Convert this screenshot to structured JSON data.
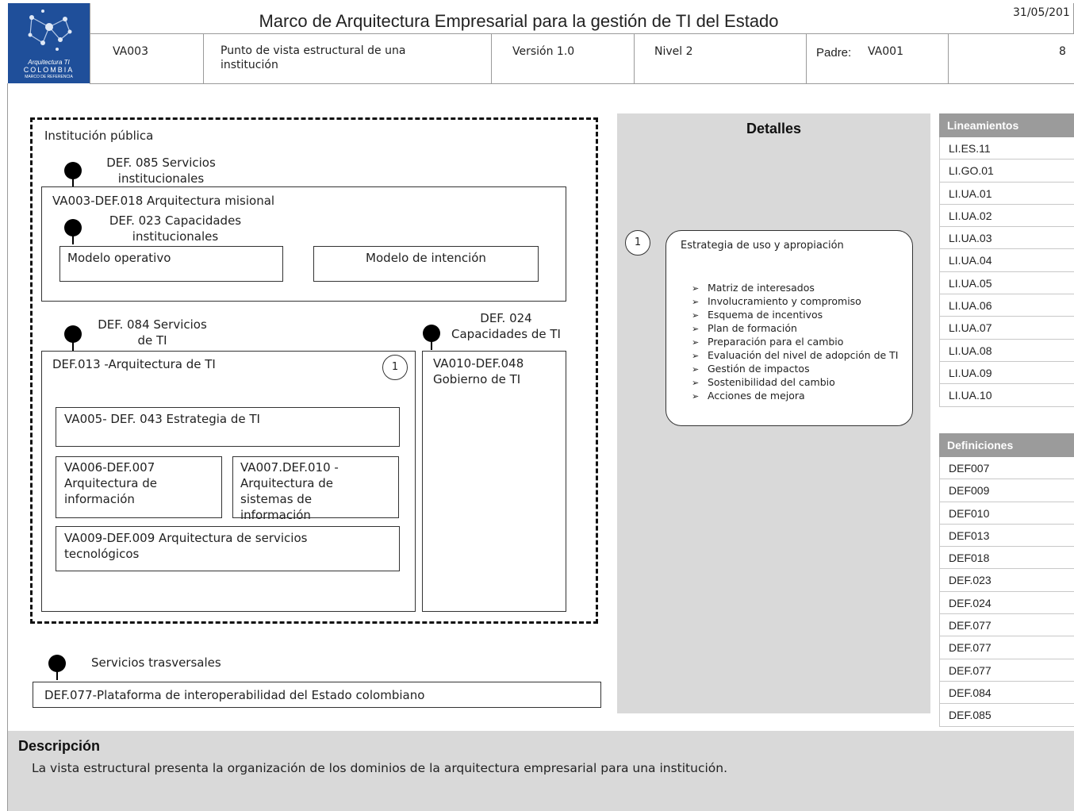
{
  "header": {
    "title": "Marco de Arquitectura Empresarial para la gestión de TI del Estado",
    "date": "31/05/201",
    "code": "VA003",
    "view_name": "Punto de vista estructural de una institución",
    "version": "Versión 1.0",
    "level": "Nivel 2",
    "parent_label": "Padre:",
    "parent_value": "VA001",
    "page": "8",
    "logo_text": "Arquitectura TI",
    "logo_country": "COLOMBIA",
    "logo_sub": "MARCO DE REFERENCIA"
  },
  "diagram": {
    "institution_label": "Institución pública",
    "def085": "DEF. 085 Servicios institucionales",
    "arq_misional": "VA003-DEF.018  Arquitectura misional",
    "def023": "DEF. 023 Capacidades institucionales",
    "modelo_operativo": "Modelo operativo",
    "modelo_intencion": "Modelo de intención",
    "def084": "DEF. 084 Servicios de TI",
    "def024": "DEF. 024 Capacidades de TI",
    "arq_ti": "DEF.013 -Arquitectura de TI",
    "marker": "1",
    "gobierno_ti": "VA010-DEF.048 Gobierno de TI",
    "estrategia_ti": "VA005- DEF. 043 Estrategia de TI",
    "arq_informacion": "VA006-DEF.007 Arquitectura de información",
    "arq_sistemas": "VA007.DEF.010 - Arquitectura de sistemas de información",
    "arq_servicios_tec": "VA009-DEF.009 Arquitectura de servicios tecnológicos",
    "servicios_trasversales": "Servicios trasversales",
    "plataforma": "DEF.077-Plataforma de interoperabilidad del Estado colombiano"
  },
  "details": {
    "title": "Detalles",
    "marker": "1",
    "card_title": "Estrategia de uso y apropiación",
    "bullet_glyph": "➢",
    "items": [
      "Matriz de interesados",
      "Involucramiento y compromiso",
      "Esquema de incentivos",
      "Plan de formación",
      "Preparación para el cambio",
      "Evaluación del nivel de adopción de TI",
      "Gestión de impactos",
      "Sostenibilidad del cambio",
      "Acciones de mejora"
    ]
  },
  "lineamientos": {
    "title": "Lineamientos",
    "items": [
      "LI.ES.11",
      "LI.GO.01",
      "LI.UA.01",
      "LI.UA.02",
      "LI.UA.03",
      "LI.UA.04",
      "LI.UA.05",
      "LI.UA.06",
      "LI.UA.07",
      "LI.UA.08",
      "LI.UA.09",
      "LI.UA.10"
    ]
  },
  "definiciones": {
    "title": "Definiciones",
    "items": [
      "DEF007",
      "DEF009",
      "DEF010",
      "DEF013",
      "DEF018",
      "DEF.023",
      "DEF.024",
      "DEF.077",
      "DEF.077",
      "DEF.077",
      "DEF.084",
      "DEF.085"
    ]
  },
  "description": {
    "title": "Descripción",
    "text": "La vista estructural presenta la organización de los dominios de la arquitectura empresarial para una institución."
  },
  "colors": {
    "logo_bg": "#1f4f9a",
    "panel_gray": "#d9d9d9",
    "table_header": "#9b9b9b"
  }
}
